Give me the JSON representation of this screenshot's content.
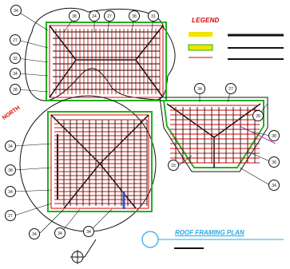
{
  "legend": {
    "title": "LEGEND"
  },
  "plan": {
    "title": "ROOF FRAMING PLAN"
  },
  "north": {
    "label": "NORTH"
  },
  "colors": {
    "rafter": "#e00000",
    "ridge": "#111111",
    "wall": "#22b022",
    "beam": "#f2e400",
    "title": "#2aa7e0",
    "hip": "#c040c0"
  },
  "callouts": [
    {
      "id": "c1",
      "text": "34"
    },
    {
      "id": "c2",
      "text": "38"
    },
    {
      "id": "c3",
      "text": "24"
    },
    {
      "id": "c4",
      "text": "27"
    },
    {
      "id": "c5",
      "text": "38"
    },
    {
      "id": "c6",
      "text": "31"
    },
    {
      "id": "c7",
      "text": "27"
    },
    {
      "id": "c8",
      "text": "32"
    },
    {
      "id": "c9",
      "text": "34"
    },
    {
      "id": "c10",
      "text": "28"
    },
    {
      "id": "c11",
      "text": "34"
    },
    {
      "id": "c12",
      "text": "27"
    },
    {
      "id": "c13",
      "text": "28"
    },
    {
      "id": "c14",
      "text": "33"
    },
    {
      "id": "c15",
      "text": "34"
    },
    {
      "id": "c16",
      "text": "38"
    },
    {
      "id": "c17",
      "text": "34"
    },
    {
      "id": "c18",
      "text": "27"
    },
    {
      "id": "c19",
      "text": "34"
    },
    {
      "id": "c20",
      "text": "34"
    },
    {
      "id": "c21",
      "text": "34"
    },
    {
      "id": "c22",
      "text": "38"
    },
    {
      "id": "c23",
      "text": "38"
    },
    {
      "id": "c24",
      "text": "34"
    }
  ]
}
